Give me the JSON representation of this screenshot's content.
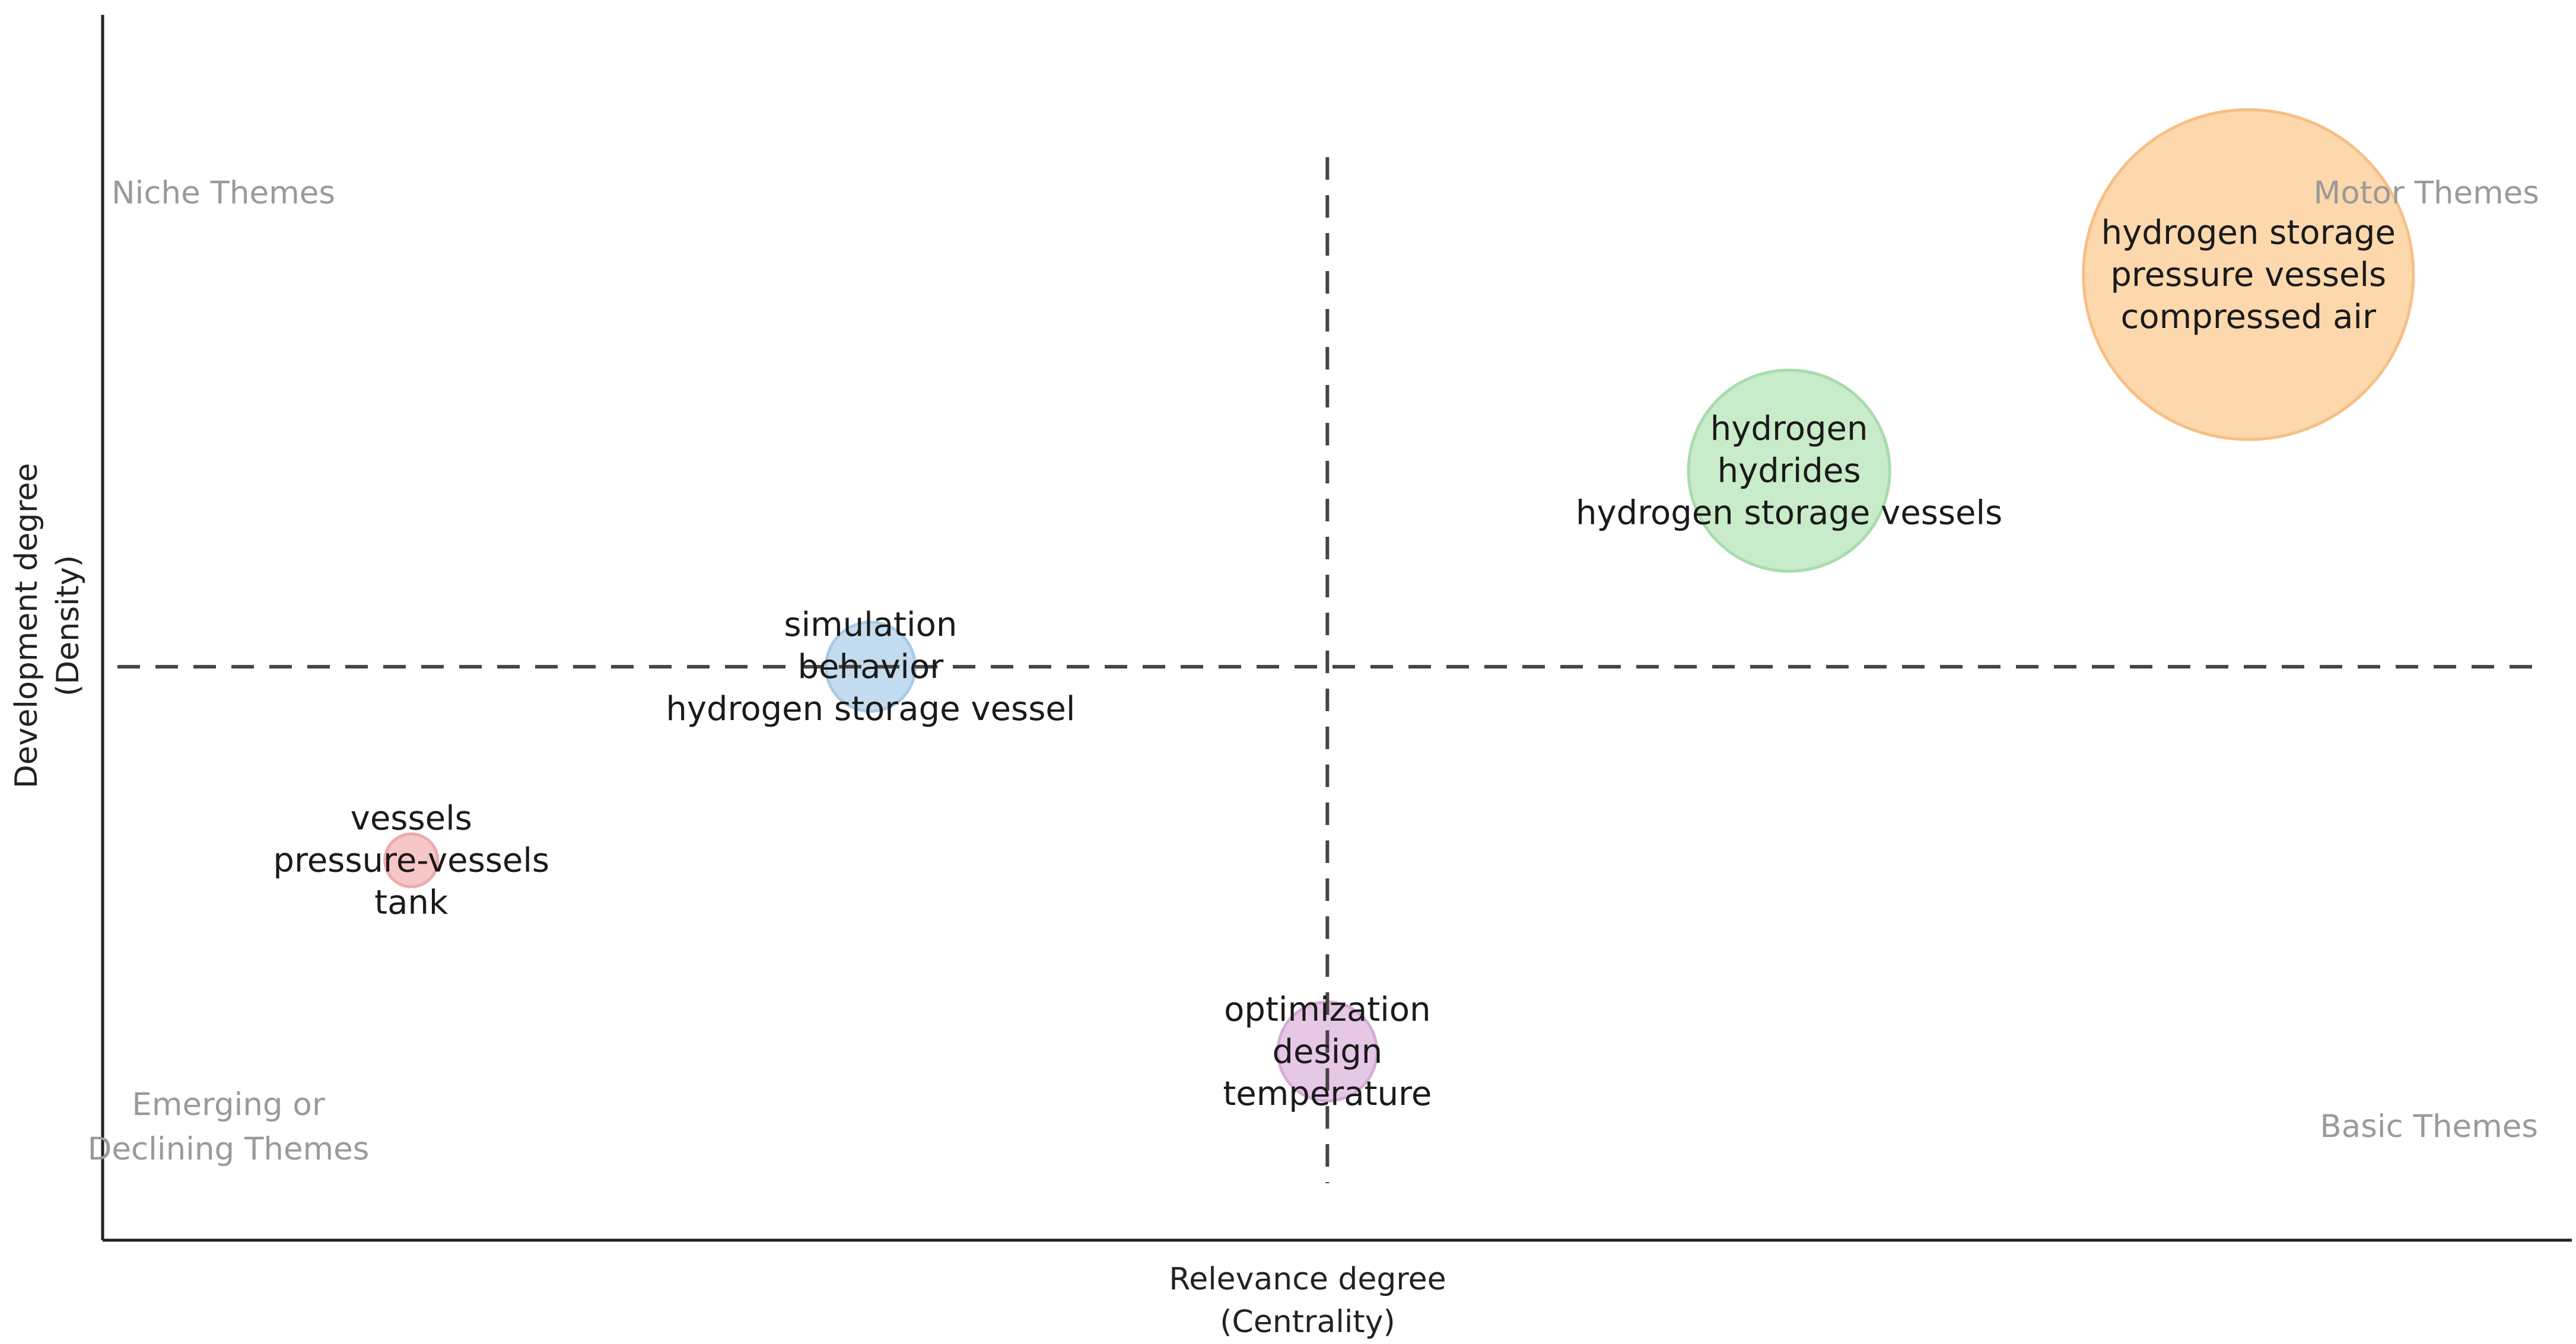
{
  "chart_data": {
    "type": "scatter",
    "title": "",
    "xlabel": [
      "Relevance degree",
      "(Centrality)"
    ],
    "ylabel": [
      "Development degree",
      "(Density)"
    ],
    "x_range": [
      0,
      1
    ],
    "y_range": [
      0,
      1
    ],
    "grid": false,
    "legend": "none",
    "dividers": {
      "x": 0.496,
      "y": 0.468
    },
    "quadrant_labels": {
      "top_left": [
        "Niche Themes"
      ],
      "top_right": [
        "Motor Themes"
      ],
      "bottom_left": [
        "Emerging or",
        "Declining Themes"
      ],
      "bottom_right": [
        "Basic Themes"
      ]
    },
    "series": [
      {
        "x": 0.869,
        "y": 0.788,
        "size": 1.0,
        "color": "#fdd8ad",
        "stroke": "#f6bf85",
        "label": [
          "hydrogen storage",
          "pressure vessels",
          "compressed air"
        ]
      },
      {
        "x": 0.683,
        "y": 0.628,
        "size": 0.61,
        "color": "#c8ebca",
        "stroke": "#a7dcad",
        "label": [
          "hydrogen",
          "hydrides",
          "hydrogen storage vessels"
        ]
      },
      {
        "x": 0.311,
        "y": 0.468,
        "size": 0.27,
        "color": "#c4dcef",
        "stroke": "#a8cbe6",
        "label": [
          "simulation",
          "behavior",
          "hydrogen storage vessel"
        ]
      },
      {
        "x": 0.125,
        "y": 0.31,
        "size": 0.16,
        "color": "#f7c6c6",
        "stroke": "#efaaaa",
        "label": [
          "vessels",
          "pressure-vessels",
          "tank"
        ]
      },
      {
        "x": 0.496,
        "y": 0.154,
        "size": 0.3,
        "color": "#e6c8e6",
        "stroke": "#d6acd6",
        "label": [
          "optimization",
          "design",
          "temperature"
        ]
      }
    ]
  }
}
